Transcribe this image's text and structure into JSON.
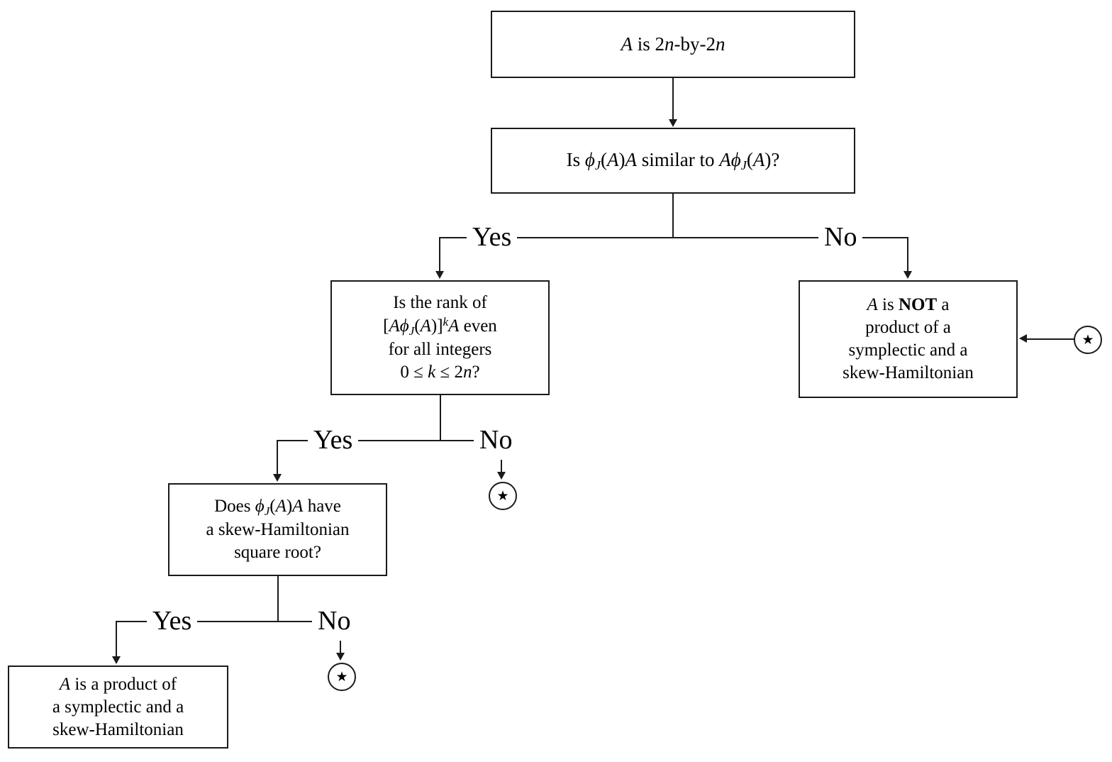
{
  "diagram": {
    "title": "Decision flowchart: is A a product of a symplectic and a skew-Hamiltonian matrix",
    "background_color": "#ffffff",
    "line_color": "#1a1a1a"
  },
  "nodes": {
    "start": {
      "id": "start",
      "type": "statement",
      "text": "A is 2n-by-2n"
    },
    "q_similar": {
      "id": "q-similar",
      "type": "decision",
      "text": "Is ϕ_J(A)A similar to Aϕ_J(A)?"
    },
    "q_rank": {
      "id": "q-rank",
      "type": "decision",
      "text": "Is the rank of [Aϕ_J(A)]^k A even for all integers 0 ≤ k ≤ 2n?"
    },
    "not_product": {
      "id": "not-product",
      "type": "terminal",
      "text": "A is NOT a product of a symplectic and a skew-Hamiltonian"
    },
    "q_sqrt": {
      "id": "q-sqrt",
      "type": "decision",
      "text": "Does ϕ_J(A)A have a skew-Hamiltonian square root?"
    },
    "is_product": {
      "id": "is-product",
      "type": "terminal",
      "text": "A is a product of a symplectic and a skew-Hamiltonian"
    }
  },
  "branch_labels": {
    "level1_yes": "Yes",
    "level1_no": "No",
    "level2_yes": "Yes",
    "level2_no": "No",
    "level3_yes": "Yes",
    "level3_no": "No"
  },
  "markers": {
    "star_glyph": "★",
    "star_right": "star-marker-right",
    "star_level2": "star-marker-level2",
    "star_level3": "star-marker-level3"
  },
  "symbols": {
    "phi": "ϕ",
    "leq": "≤",
    "J": "J",
    "A": "A",
    "k": "k",
    "n": "n"
  }
}
